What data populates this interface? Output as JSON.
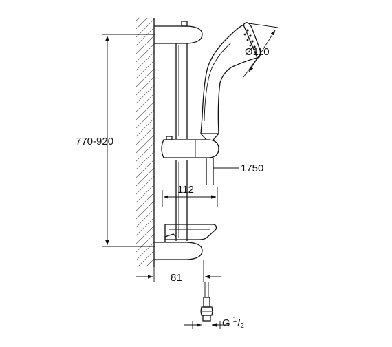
{
  "dimensions": {
    "rail_height": "770-920",
    "head_diameter": "Ø110",
    "hose_length": "1750",
    "wall_projection": "112",
    "rail_offset": "81",
    "thread_prefix": "G",
    "thread_num": "1",
    "thread_den": "2"
  }
}
